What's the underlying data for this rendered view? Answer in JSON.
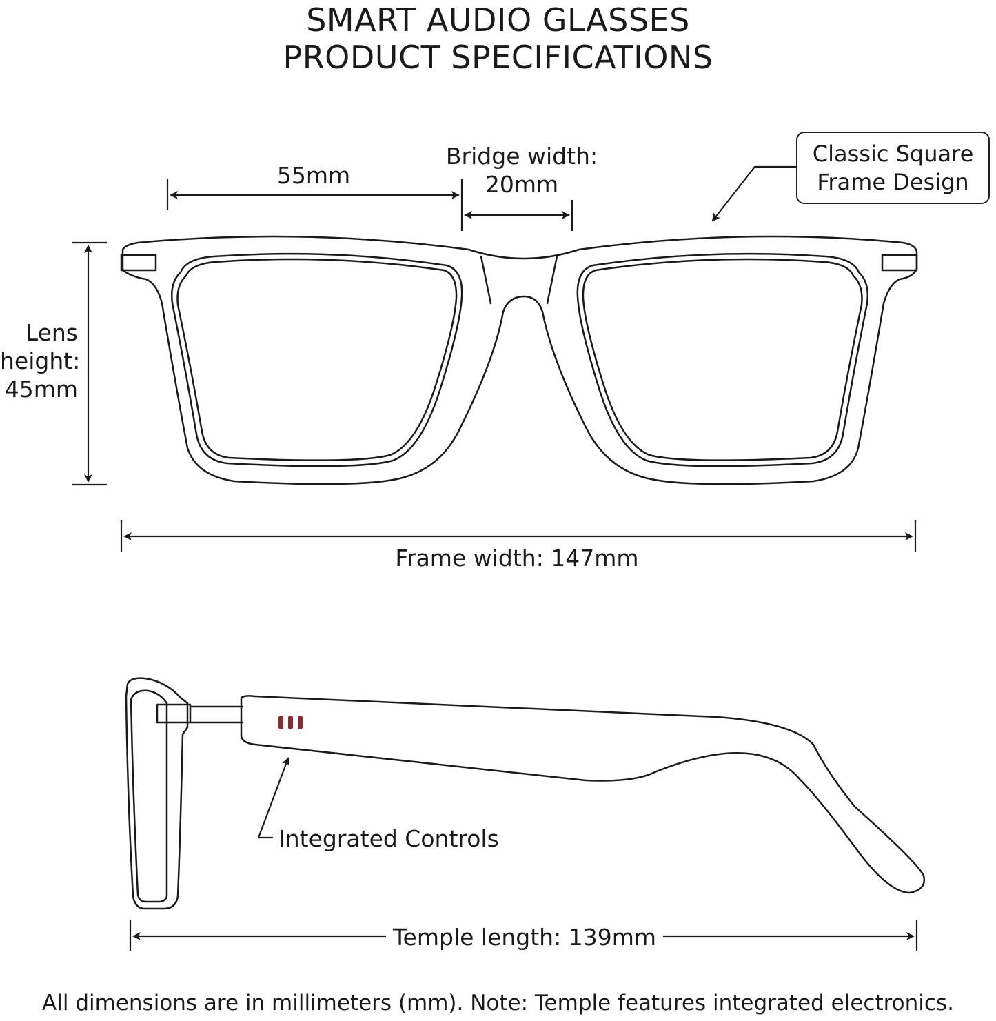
{
  "title": {
    "line1": "SMART AUDIO GLASSES",
    "line2": "PRODUCT SPECIFICATIONS"
  },
  "front_view": {
    "lens_width": "55mm",
    "bridge_width_label": "Bridge width:",
    "bridge_width_value": "20mm",
    "lens_height_line1": "Lens",
    "lens_height_line2": "height:",
    "lens_height_line3": "45mm",
    "frame_width": "Frame width: 147mm",
    "callout_line1": "Classic Square",
    "callout_line2": "Frame Design"
  },
  "side_view": {
    "controls_label": "Integrated Controls",
    "temple_length": "Temple length: 139mm"
  },
  "footer_note": "All dimensions are in millimeters (mm). Note: Temple features integrated electronics.",
  "colors": {
    "line": "#1a1a1a",
    "control_buttons": "#8b2c2c"
  }
}
